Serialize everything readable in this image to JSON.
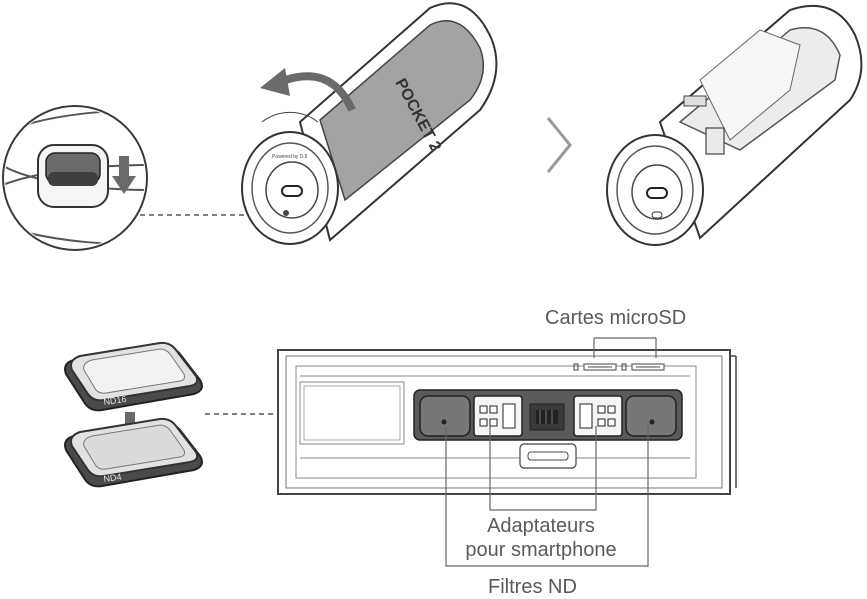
{
  "case": {
    "brand_text": "POCKET 2",
    "port_text": "Powered by DJI"
  },
  "filters": {
    "top_label": "ND16",
    "bottom_label": "ND4"
  },
  "labels": {
    "microsd": "Cartes microSD",
    "adapters_line1": "Adaptateurs",
    "adapters_line2": "pour smartphone",
    "nd_filters": "Filtres ND"
  }
}
